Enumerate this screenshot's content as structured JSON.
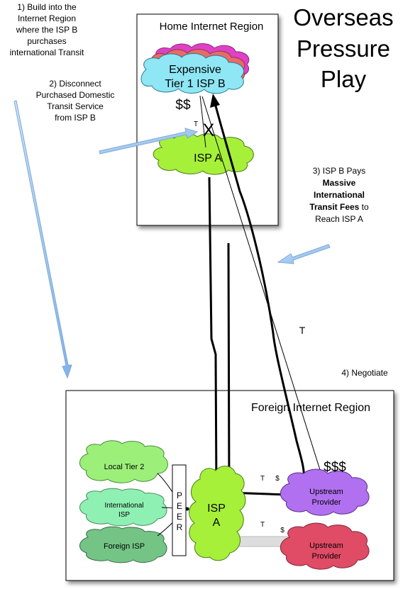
{
  "title": {
    "line1": "Overseas",
    "line2": "Pressure",
    "line3": "Play"
  },
  "regions": {
    "home": {
      "label": "Home Internet Region"
    },
    "foreign": {
      "label": "Foreign Internet Region"
    }
  },
  "home_nodes": {
    "isp_b_line1": "Expensive",
    "isp_b_line2": "Tier 1 ISP B",
    "isp_a": "ISP A",
    "dollars": "$$",
    "transit_mark": "T",
    "disconnect_mark": "X"
  },
  "foreign_nodes": {
    "local_tier2": "Local Tier 2",
    "international_isp_line1": "International",
    "international_isp_line2": "ISP",
    "foreign_isp": "Foreign ISP",
    "peer_letters": [
      "P",
      "E",
      "E",
      "R"
    ],
    "isp_a_line1": "ISP",
    "isp_a_line2": "A",
    "upstream1_line1": "Upstream",
    "upstream1_line2": "Provider",
    "upstream2_line1": "Upstream",
    "upstream2_line2": "Provider",
    "dollars_big": "$$$",
    "t_label_1": "T",
    "s_label_1": "$",
    "t_label_2": "T",
    "s_label_2": "$"
  },
  "mid_transit_label": "T",
  "steps": {
    "step1": [
      "1) Build into the",
      "Internet Region",
      "where the ISP B",
      "purchases",
      "international Transit"
    ],
    "step2": [
      "2) Disconnect",
      "Purchased Domestic",
      "Transit Service",
      "from ISP B"
    ],
    "step3": {
      "prefix": "3)  ISP B Pays",
      "bold1": "Massive",
      "bold2": "International",
      "bold3": "Transit Fees",
      "suffix3": " to",
      "line5": "Reach ISP A"
    },
    "step4": "4)  Negotiate"
  },
  "colors": {
    "cloud_cyan": "#8fe6f5",
    "cloud_magenta": "#e040c8",
    "cloud_salmon": "#e86a6a",
    "cloud_lime": "#a6f03a",
    "cloud_lightgreen": "#9cf07a",
    "cloud_mint": "#8ff0b4",
    "cloud_darkgreen": "#74c486",
    "cloud_purple": "#b070f0",
    "cloud_crimson": "#e04b66",
    "arrow_blue": "#9cc4ee"
  }
}
